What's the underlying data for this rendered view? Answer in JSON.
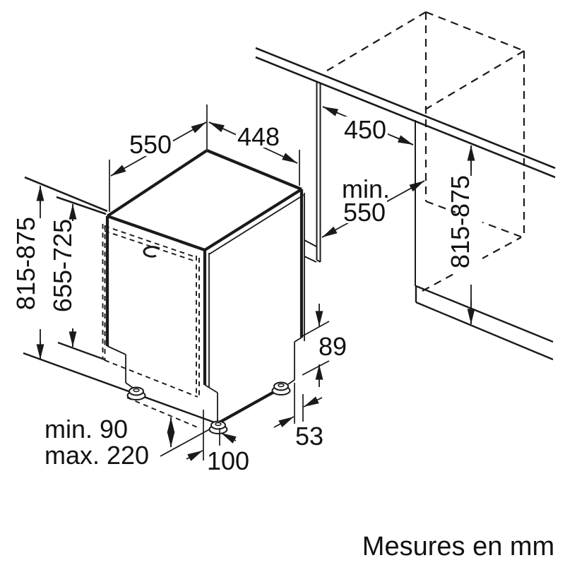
{
  "diagram": {
    "type": "installation-dimension-drawing",
    "unit_note": "Mesures en mm",
    "colors": {
      "line": "#1a1a1a",
      "background": "#ffffff"
    },
    "dimensions": {
      "top_depth": "550",
      "top_width": "448",
      "niche_width": "450",
      "niche_depth_line1": "min.",
      "niche_depth_line2": "550",
      "appliance_height": "815-875",
      "door_panel_height": "655-725",
      "niche_height": "815-875",
      "plinth_cover_height": "89",
      "side_gap": "53",
      "plinth_adjust_min": "min. 90",
      "plinth_adjust_max": "max. 220",
      "foot_inset": "100"
    }
  }
}
